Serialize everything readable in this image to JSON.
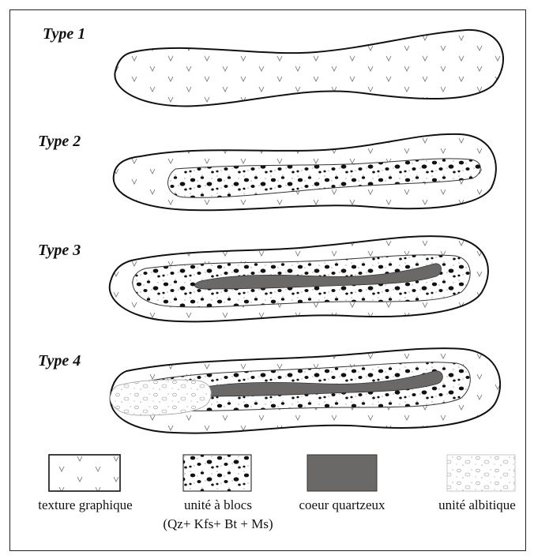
{
  "figure": {
    "types": [
      {
        "label": "Type 1"
      },
      {
        "label": "Type 2"
      },
      {
        "label": "Type 3"
      },
      {
        "label": "Type 4"
      }
    ],
    "legend": [
      {
        "name": "texture-graphique",
        "line1": "texture graphique",
        "line2": ""
      },
      {
        "name": "unite-a-blocs",
        "line1": "unité à blocs",
        "line2": "(Qz+ Kfs+ Bt + Ms)"
      },
      {
        "name": "coeur-quartzeux",
        "line1": "coeur quartzeux",
        "line2": ""
      },
      {
        "name": "unite-albitique",
        "line1": "unité albitique",
        "line2": ""
      }
    ],
    "colors": {
      "outline": "#111111",
      "quartz_core": "#6b6868",
      "block_dots": "#111111",
      "graphic_v": "#555555",
      "albitic": "#bdbdbd"
    }
  }
}
